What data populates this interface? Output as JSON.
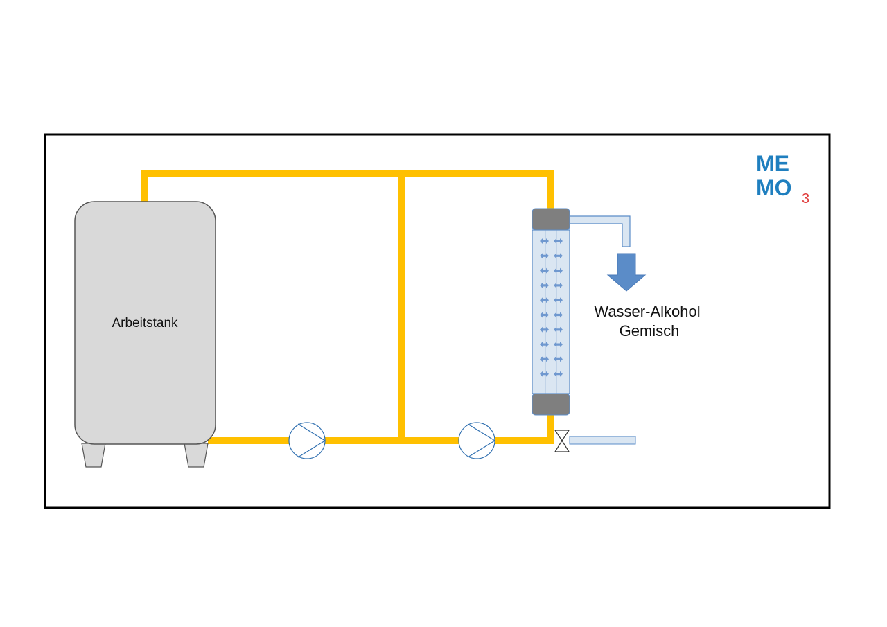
{
  "labels": {
    "tank": "Arbeitstank",
    "output_line1": "Wasser-Alkohol",
    "output_line2": "Gemisch"
  },
  "logo": {
    "line1": "ME",
    "line2": "MO",
    "subscript": "3",
    "colors": {
      "text": "#1f7fbf",
      "accent": "#e03c3c"
    }
  },
  "colors": {
    "pipe": "#ffc000",
    "tank_fill": "#d9d9d9",
    "tank_stroke": "#555555",
    "membrane_fill": "#dae6f2",
    "membrane_stroke": "#5b8cc8",
    "cap_fill": "#7f7f7f",
    "arrow": "#6f98cf",
    "pump_stroke": "#2f6fb0",
    "frame": "#000000"
  },
  "icons": {
    "tank": "tank-icon",
    "pump": "pump-icon",
    "valve": "valve-icon",
    "membrane": "membrane-module-icon",
    "flow_arrow": "down-arrow-icon"
  }
}
